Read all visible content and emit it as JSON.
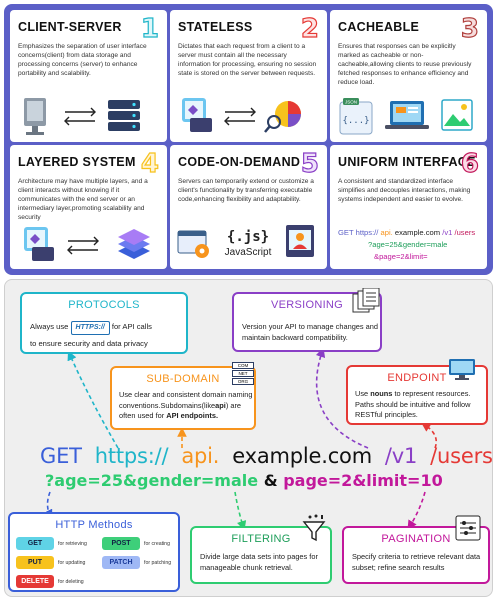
{
  "principles": [
    {
      "title": "CLIENT-SERVER",
      "number": "1",
      "text": "Emphasizes the separation of user interface concerns(client) from data storage and processing concerns (server) to enhance portability and scalability.",
      "icons": [
        "computer-icon",
        "arrows-icon",
        "server-icon"
      ]
    },
    {
      "title": "STATELESS",
      "number": "2",
      "text": "Dictates that each request from a client to a server must contain all the necessary information for processing, ensuring no session state is stored on the server between requests.",
      "icons": [
        "client-device-icon",
        "arrows-icon",
        "data-analysis-icon"
      ]
    },
    {
      "title": "CACHEABLE",
      "number": "3",
      "text": "Ensures that responses can be explicitly marked as cacheable or non-cacheable,allowing clients to reuse previously fetched responses to enhance efficiency and reduce load.",
      "icons": [
        "json-document-icon",
        "laptop-icon",
        "image-gallery-icon"
      ],
      "json_label": "JSON"
    },
    {
      "title": "LAYERED SYSTEM",
      "number": "4",
      "text": "Architecture may have multiple layers, and a client interacts without knowing if it communicates with the end server or an intermediary layer,promoting scalability and security",
      "icons": [
        "client-device-icon",
        "arrows-icon",
        "layers-icon"
      ]
    },
    {
      "title": "CODE-ON-DEMAND",
      "number": "5",
      "text": "Servers can temporarily extend or customize a client's functionality by transferring executable code,enhancing flexibility and adaptability.",
      "icons": [
        "code-settings-icon",
        "javascript-icon",
        "browser-user-icon"
      ],
      "js_label": "{.js}",
      "js_caption": "JavaScript"
    },
    {
      "title": "UNIFORM INTERFACE",
      "number": "6",
      "text": "A consistent and standardized interface simplifies and decouples interactions, making systems independent and easier to evolve."
    }
  ],
  "uniform_uri": {
    "line1": {
      "method": "GET",
      "scheme": "https://",
      "api": "api.",
      "host": "example.com",
      "version": "/v1",
      "resource": "/users"
    },
    "line2": "?age=25&gender=male",
    "line3": "&page=2&limit="
  },
  "main_uri": {
    "method": "GET",
    "scheme": "https://",
    "api": "api.",
    "host": "example.com",
    "version": "/v1",
    "resource": "/users",
    "query": "?age=25&gender=male",
    "amp": "&",
    "pagination": "page=2&limit=10"
  },
  "protocols": {
    "title": "PROTOCOLS",
    "pre": "Always use",
    "badge": "HTTPS://",
    "post": "for API calls",
    "line2": "to ensure security and data privacy"
  },
  "versioning": {
    "title": "VERSIONING",
    "text": "Version your API to manage changes and maintain backward compatibility."
  },
  "subdomain": {
    "title": "SUB-DOMAIN",
    "text1": "Use clear and consistent domain naming conventions.Subdomains(like",
    "bold": "api",
    "text2": ") are often used for",
    "bold2": "API endpoints.",
    "icon_labels": [
      "COM",
      "NET",
      "ORG"
    ]
  },
  "endpoint": {
    "title": "ENDPOINT",
    "pre": "Use",
    "bold": "nouns",
    "text": "to represent resources. Paths should be intuitive and follow RESTful principles."
  },
  "http_methods": {
    "title": "HTTP Methods",
    "items": [
      {
        "method": "GET",
        "desc": "for retrieving"
      },
      {
        "method": "POST",
        "desc": "for creating"
      },
      {
        "method": "PUT",
        "desc": "for updating"
      },
      {
        "method": "PATCH",
        "desc": "for patching"
      },
      {
        "method": "DELETE",
        "desc": "for deleting"
      }
    ]
  },
  "filtering": {
    "title": "FILTERING",
    "text": "Divide large data sets into pages for manageable chunk retrieval."
  },
  "pagination": {
    "title": "PAGINATION",
    "text": "Specify criteria to retrieve relevant data subset; refine search results"
  },
  "colors": {
    "panel": "#5b5fc7",
    "blue": "#3a8ee6",
    "cyan": "#1fb5c9",
    "orange": "#f7941d",
    "purple": "#8a3fc6",
    "red": "#e53935",
    "green": "#2ecc71",
    "magenta": "#c2189b",
    "num1": "#1fb5c9",
    "num2": "#e53935",
    "num3": "#b0413e",
    "num4": "#f7c21d",
    "num5": "#8a3fc6",
    "num6": "#c2185b"
  }
}
